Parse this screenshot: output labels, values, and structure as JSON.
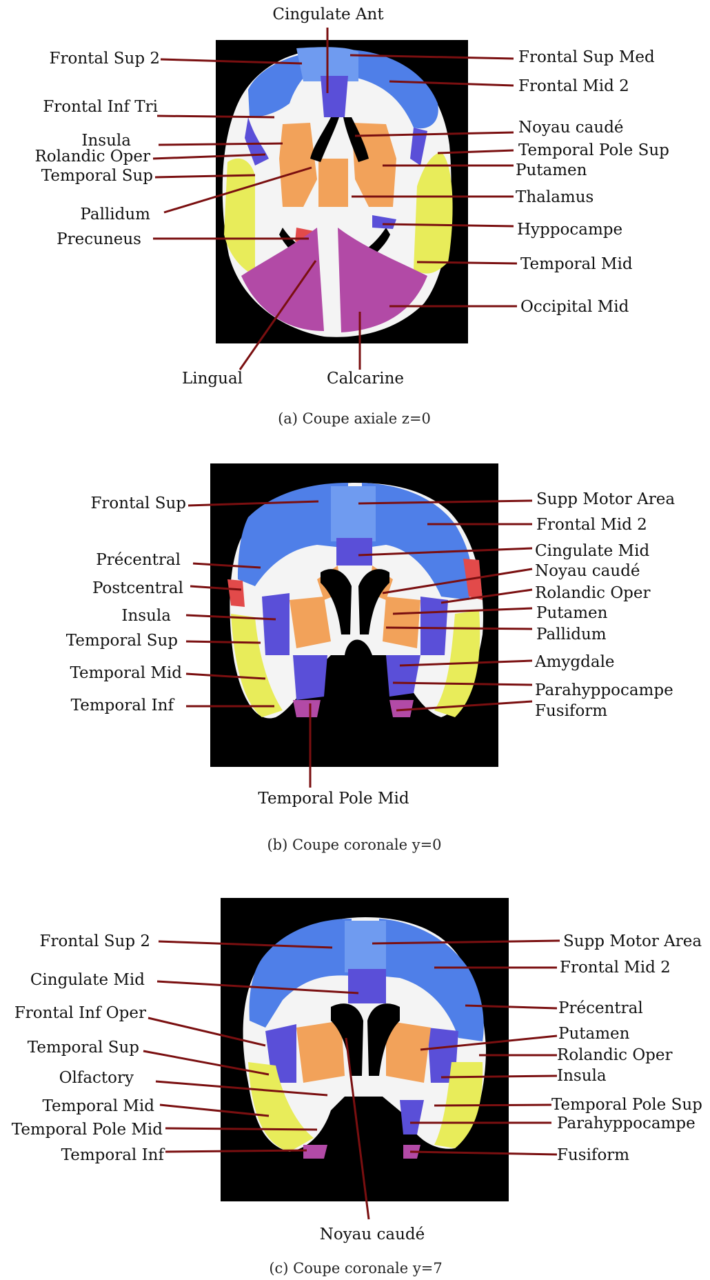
{
  "colors": {
    "blue": "#4f7fe8",
    "lightblue": "#6f9bf0",
    "violet": "#5a4fd8",
    "orange": "#f2a25a",
    "yellow": "#e8ec5a",
    "magenta": "#b24aa6",
    "red": "#e24a4a",
    "white": "#f4f4f4",
    "arrow": "#7a0f10"
  },
  "panels": [
    {
      "id": "a",
      "caption": "(a) Coupe axiale z=0",
      "labels": [
        "Cingulate Ant",
        "Frontal Sup 2",
        "Frontal Sup Med",
        "Frontal Mid 2",
        "Frontal Inf Tri",
        "Noyau caudé",
        "Insula",
        "Rolandic Oper",
        "Temporal Pole Sup",
        "Temporal Sup",
        "Putamen",
        "Thalamus",
        "Pallidum",
        "Hyppocampe",
        "Precuneus",
        "Temporal Mid",
        "Occipital Mid",
        "Lingual",
        "Calcarine"
      ]
    },
    {
      "id": "b",
      "caption": "(b) Coupe coronale y=0",
      "labels": [
        "Frontal Sup",
        "Supp Motor Area",
        "Frontal Mid 2",
        "Précentral",
        "Cingulate Mid",
        "Postcentral",
        "Noyau caudé",
        "Rolandic Oper",
        "Insula",
        "Putamen",
        "Temporal Sup",
        "Pallidum",
        "Temporal Mid",
        "Amygdale",
        "Temporal Inf",
        "Parahyppocampe",
        "Fusiform",
        "Temporal Pole Mid"
      ]
    },
    {
      "id": "c",
      "caption": "(c) Coupe coronale y=7",
      "labels": [
        "Frontal Sup 2",
        "Supp Motor Area",
        "Frontal Mid 2",
        "Cingulate Mid",
        "Précentral",
        "Frontal Inf Oper",
        "Putamen",
        "Temporal Sup",
        "Rolandic Oper",
        "Olfactory",
        "Insula",
        "Temporal Mid",
        "Temporal Pole Sup",
        "Temporal Pole Mid",
        "Parahyppocampe",
        "Temporal Inf",
        "Fusiform",
        "Noyau caudé"
      ]
    }
  ]
}
